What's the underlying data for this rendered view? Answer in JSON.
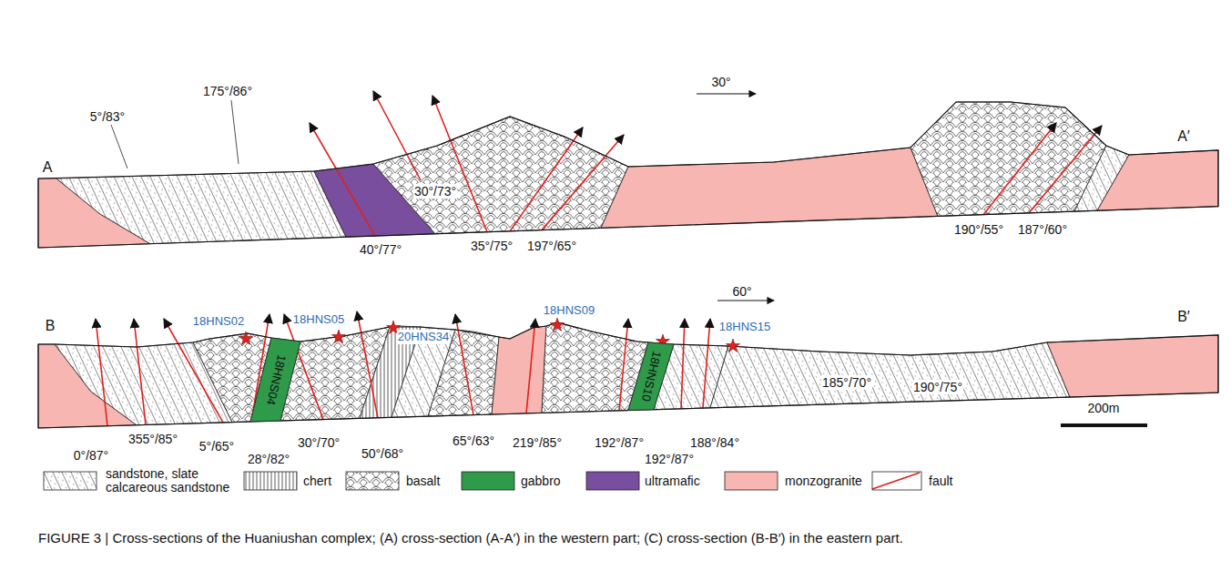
{
  "diagram": {
    "caption": "FIGURE 3 | Cross-sections of the Huaniushan complex; (A) cross-section (A-A′) in the western part; (C) cross-section (B-B′) in the eastern part.",
    "nodes": [
      {
        "text": [
          "18HNS04"
        ]
      },
      {
        "text": [
          "18HNS10"
        ]
      }
    ],
    "labels": [
      "A",
      "A′",
      "30°",
      "5°/83°",
      "175°/86°",
      "40°/77°",
      "30°/73°",
      "35°/75°",
      "197°/65°",
      "190°/55°",
      "187°/60°",
      "B",
      "B′",
      "60°",
      "18HNS02",
      "18HNS05",
      "20HNS34",
      "18HNS09",
      "18HNS15",
      "0°/87°",
      "355°/85°",
      "5°/65°",
      "28°/82°",
      "30°/70°",
      "50°/68°",
      "65°/63°",
      "219°/85°",
      "192°/87°",
      "192°/87°",
      "188°/84°",
      "185°/70°",
      "190°/75°",
      "200m"
    ],
    "legend": [
      {
        "text": "sandstone, slate calcareous sandstone"
      },
      {
        "text": "chert"
      },
      {
        "text": "basalt"
      },
      {
        "text": "gabbro",
        "color": "#2f9a4a"
      },
      {
        "text": "ultramafic",
        "color": "#7a4e9e"
      },
      {
        "text": "monzogranite",
        "color": "#f7b6b2"
      },
      {
        "text": "fault"
      }
    ]
  }
}
